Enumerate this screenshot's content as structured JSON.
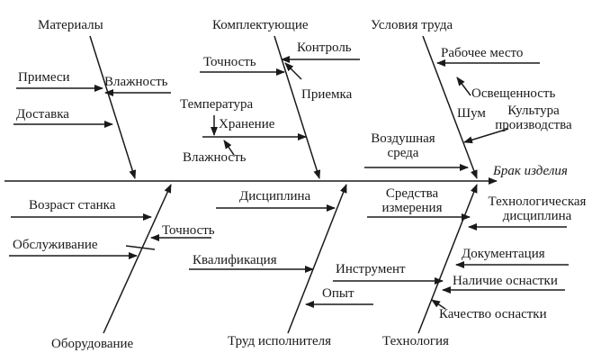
{
  "diagram": {
    "effect": "Брак изделия",
    "categories": {
      "materials": {
        "title": "Материалы",
        "causes": [
          "Примеси",
          "Влажность",
          "Доставка"
        ]
      },
      "components": {
        "title": "Комплектующие",
        "causes": [
          "Точность",
          "Контроль",
          "Приемка",
          "Температура",
          "Хранение",
          "Влажность"
        ]
      },
      "conditions": {
        "title": "Условия труда",
        "causes": [
          "Рабочее место",
          "Освещенность",
          "Шум",
          "Культура\nпроизводства",
          "Воздушная\nсреда"
        ]
      },
      "equipment": {
        "title": "Оборудование",
        "causes": [
          "Возраст станка",
          "Точность",
          "Обслуживание"
        ]
      },
      "labor": {
        "title": "Труд исполнителя",
        "causes": [
          "Дисциплина",
          "Квалификация",
          "Опыт"
        ]
      },
      "technology": {
        "title": "Технология",
        "causes": [
          "Средства\nизмерения",
          "Технологическая\nдисциплина",
          "Инструмент",
          "Документация",
          "Наличие оснастки",
          "Качество оснастки"
        ]
      }
    }
  }
}
